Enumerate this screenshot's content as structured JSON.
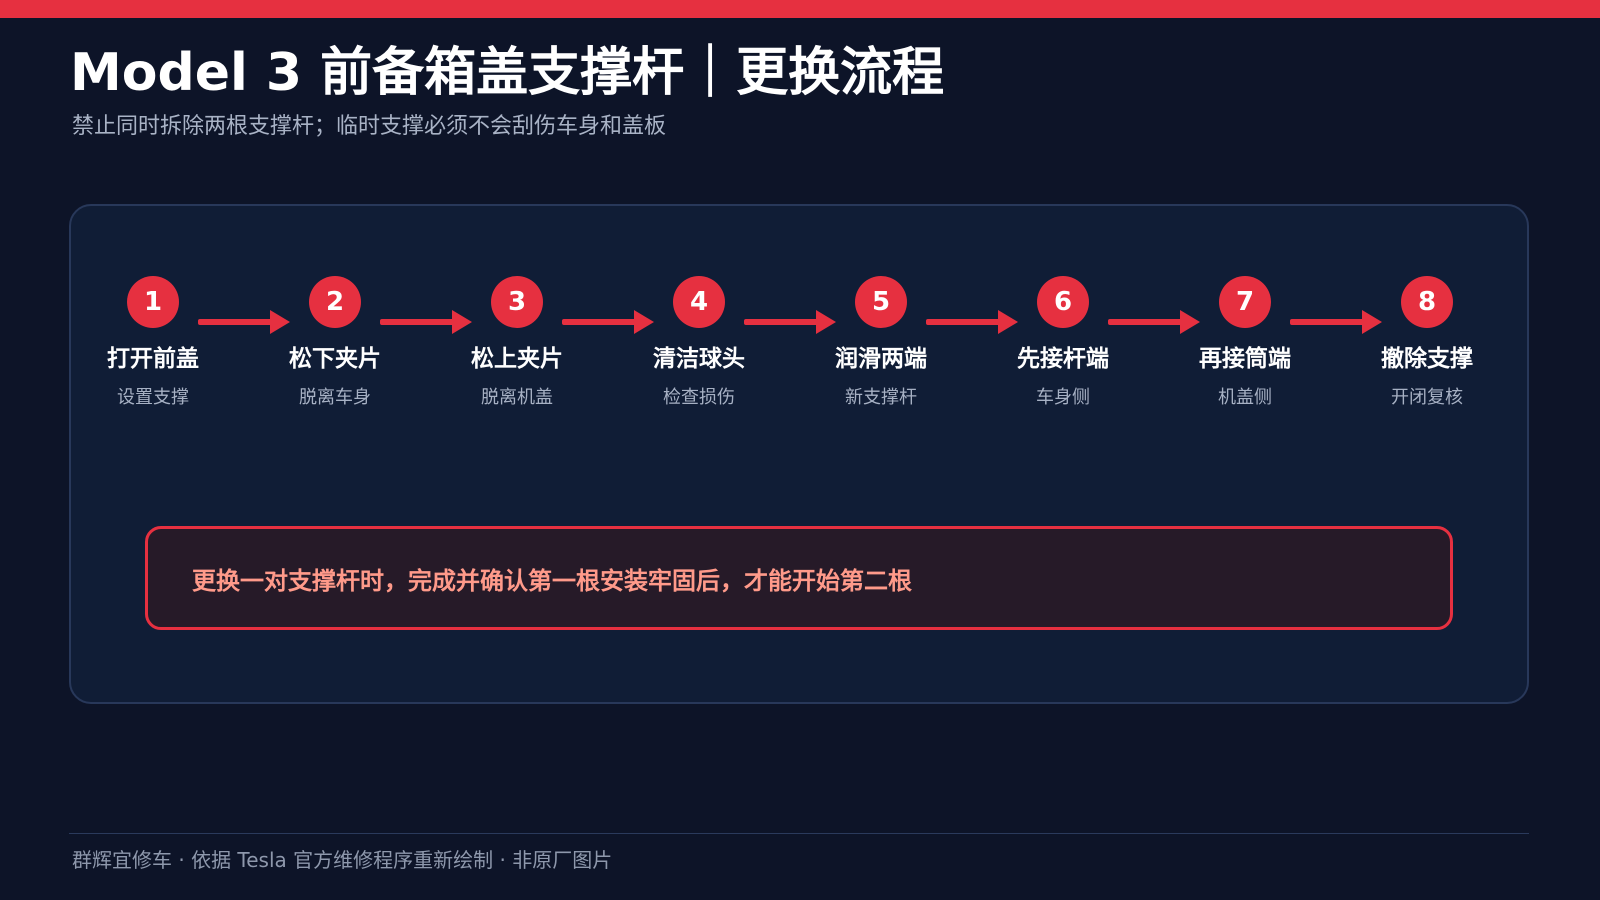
{
  "header": {
    "title": "Model 3 前备箱盖支撑杆｜更换流程",
    "subtitle": "禁止同时拆除两根支撑杆；临时支撑必须不会刮伤车身和盖板"
  },
  "steps": [
    {
      "num": "1",
      "label": "打开前盖",
      "sub": "设置支撑"
    },
    {
      "num": "2",
      "label": "松下夹片",
      "sub": "脱离车身"
    },
    {
      "num": "3",
      "label": "松上夹片",
      "sub": "脱离机盖"
    },
    {
      "num": "4",
      "label": "清洁球头",
      "sub": "检查损伤"
    },
    {
      "num": "5",
      "label": "润滑两端",
      "sub": "新支撑杆"
    },
    {
      "num": "6",
      "label": "先接杆端",
      "sub": "车身侧"
    },
    {
      "num": "7",
      "label": "再接筒端",
      "sub": "机盖侧"
    },
    {
      "num": "8",
      "label": "撤除支撑",
      "sub": "开闭复核"
    }
  ],
  "notice": "更换一对支撑杆时，完成并确认第一根安装牢固后，才能开始第二根",
  "footer": "群辉宜修车 · 依据 Tesla 官方维修程序重新绘制 · 非原厂图片",
  "colors": {
    "accent": "#e63040",
    "background": "#0d1428",
    "panel": "#101d36",
    "notice_text": "#ff9a8a"
  }
}
